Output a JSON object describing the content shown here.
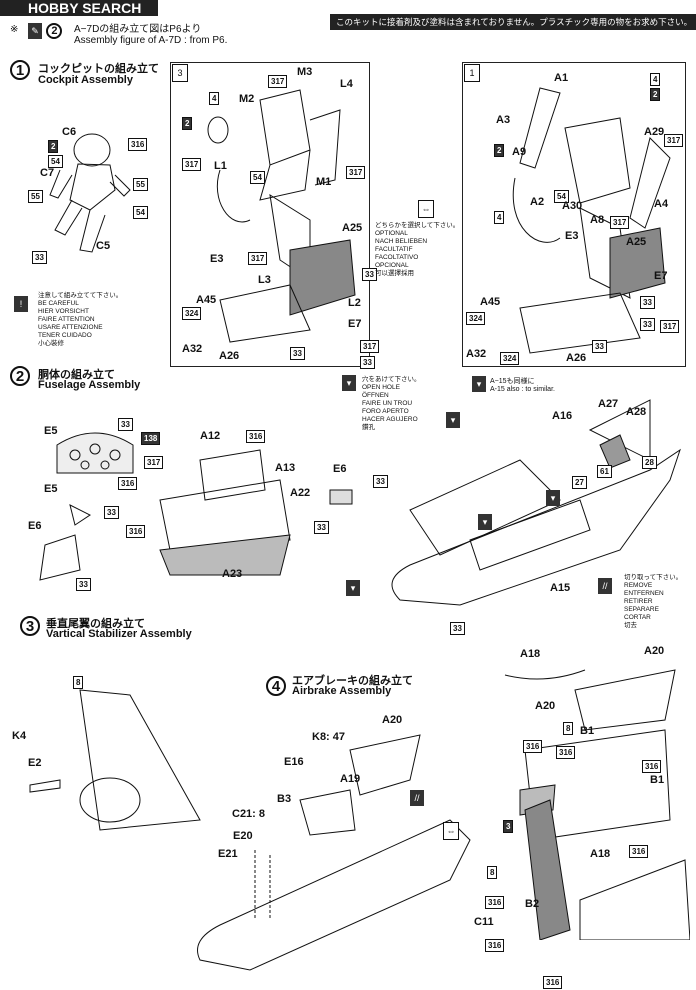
{
  "header": {
    "brand": "HOBBY SEARCH",
    "notice": "このキットに接着剤及び塗料は含まれておりません。プラスチック専用の物をお求め下さい。"
  },
  "intro": {
    "marker": "※",
    "jp": "A−7Dの組み立て図はP6より",
    "en": "Assembly figure of A-7D : from P6."
  },
  "steps": [
    {
      "num": "1",
      "jp": "コックピットの組み立て",
      "en": "Cockpit Assembly"
    },
    {
      "num": "2",
      "jp": "胴体の組み立て",
      "en": "Fuselage Assembly"
    },
    {
      "num": "3",
      "jp": "垂直尾翼の組み立て",
      "en": "Vartical Stabilizer Assembly"
    },
    {
      "num": "4",
      "jp": "エアブレーキの組み立て",
      "en": "Airbrake Assembly"
    }
  ],
  "panels": {
    "panel3_num": "3",
    "panel1_num": "1"
  },
  "notes": {
    "careful": [
      "注意して組み立てて下さい。",
      "BE CAREFUL",
      "HIER VORSICHT",
      "FAIRE ATTENTION",
      "USARE ATTENZIONE",
      "TENER CUIDADO",
      "小心裝修"
    ],
    "optional": [
      "どちらかを選択して下さい。",
      "OPTIONAL",
      "NACH BELIEBEN",
      "FACULTATIF",
      "FACOLTATIVO",
      "OPCIONAL",
      "可以選擇採用"
    ],
    "openhole": [
      "穴をあけて下さい。",
      "OPEN HOLE",
      "ÖFFNEN",
      "FAIRE UN TROU",
      "FORO APERTO",
      "HACER AGUJERO",
      "鑽孔"
    ],
    "similar": [
      "A−15も同様に",
      "A-15 also : to similar."
    ],
    "remove": [
      "切り取って下さい。",
      "REMOVE",
      "ENTFERNEN",
      "RETIRER",
      "SEPARARE",
      "CORTAR",
      "切去"
    ]
  },
  "labels": {
    "cockpit": [
      "C6",
      "C7",
      "C5",
      "2",
      "54",
      "316",
      "55",
      "55",
      "54",
      "33"
    ],
    "p3": [
      "M3",
      "L4",
      "M2",
      "4",
      "2",
      "317",
      "L1",
      "54",
      "M1",
      "317",
      "317",
      "E3",
      "A25",
      "317",
      "L3",
      "33",
      "A45",
      "324",
      "L2",
      "E7",
      "A32",
      "A26",
      "33",
      "317",
      "33"
    ],
    "p1": [
      "4",
      "2",
      "A1",
      "A3",
      "A29",
      "317",
      "2",
      "A9",
      "A2",
      "54",
      "A30",
      "A8",
      "317",
      "A4",
      "4",
      "E3",
      "A25",
      "E7",
      "A45",
      "324",
      "317",
      "A32",
      "324",
      "A26",
      "33",
      "33",
      "33"
    ],
    "fuselage": [
      "E5",
      "33",
      "138",
      "317",
      "316",
      "E5",
      "E6",
      "33",
      "33",
      "A12",
      "316",
      "A13",
      "A22",
      "316",
      "A23",
      "E6",
      "33",
      "33",
      "A16",
      "A27",
      "A28",
      "61",
      "27",
      "28",
      "A15",
      "33"
    ],
    "stab": [
      "8",
      "K4",
      "E2"
    ],
    "airbrake": [
      "K8: 47",
      "A20",
      "E16",
      "A19",
      "B3",
      "C21: 8",
      "E20",
      "E21",
      "A18",
      "A20",
      "A20",
      "8",
      "B1",
      "316",
      "316",
      "316",
      "B1",
      "A18",
      "316",
      "3",
      "8",
      "316",
      "B2",
      "C11",
      "316",
      "316"
    ]
  }
}
